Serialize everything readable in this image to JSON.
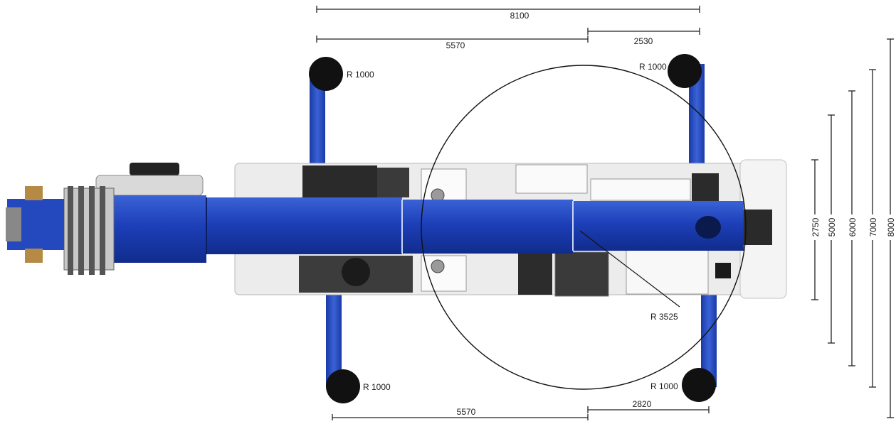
{
  "dimensions": {
    "top_overall": "8100",
    "top_left": "5570",
    "top_right": "2530",
    "bottom_left": "5570",
    "bottom_right": "2820",
    "widths": [
      "2750",
      "5000",
      "6000",
      "7000",
      "8000"
    ]
  },
  "radii": {
    "pad_top_left": "R 1000",
    "pad_top_right": "R 1000",
    "pad_bottom_left": "R 1000",
    "pad_bottom_right": "R 1000",
    "slewing": "R 3525"
  },
  "colors": {
    "boom_blue": "#1d3fb8",
    "boom_dark": "#0f2a86",
    "chassis": "#ececec",
    "outrigger_blue": "#2f55c8",
    "pad": "#111111"
  }
}
